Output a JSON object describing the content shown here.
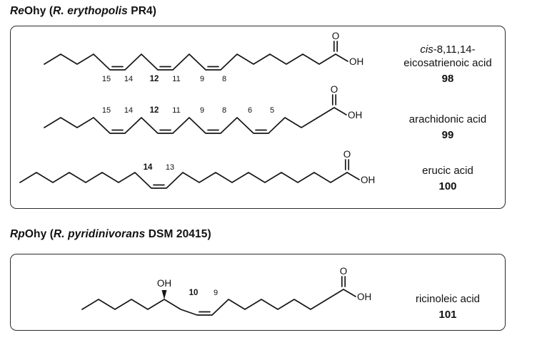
{
  "sections": [
    {
      "title": {
        "abbr_italic": "Re",
        "abbr_rest": "Ohy (",
        "species_italic": "R. erythopolis",
        "strain_rest": " PR4)"
      },
      "structures": [
        {
          "name_italic_prefix": "cis",
          "name_line1_rest": "-8,11,14-",
          "name_line2": "eicosatrienoic acid",
          "compound_number": "98",
          "carbonyl_oxygen": "O",
          "acid_hydroxyl": "OH",
          "position_labels": [
            {
              "text": "15",
              "bold": false
            },
            {
              "text": "14",
              "bold": false
            },
            {
              "text": "12",
              "bold": true
            },
            {
              "text": "11",
              "bold": false
            },
            {
              "text": "9",
              "bold": false
            },
            {
              "text": "8",
              "bold": false
            }
          ]
        },
        {
          "name_italic_prefix": "",
          "name_line1_rest": "arachidonic acid",
          "name_line2": "",
          "compound_number": "99",
          "carbonyl_oxygen": "O",
          "acid_hydroxyl": "OH",
          "position_labels": [
            {
              "text": "15",
              "bold": false
            },
            {
              "text": "14",
              "bold": false
            },
            {
              "text": "12",
              "bold": true
            },
            {
              "text": "11",
              "bold": false
            },
            {
              "text": "9",
              "bold": false
            },
            {
              "text": "8",
              "bold": false
            },
            {
              "text": "6",
              "bold": false
            },
            {
              "text": "5",
              "bold": false
            }
          ]
        },
        {
          "name_italic_prefix": "",
          "name_line1_rest": "erucic acid",
          "name_line2": "",
          "compound_number": "100",
          "carbonyl_oxygen": "O",
          "acid_hydroxyl": "OH",
          "position_labels": [
            {
              "text": "14",
              "bold": true
            },
            {
              "text": "13",
              "bold": false
            }
          ]
        }
      ]
    },
    {
      "title": {
        "abbr_italic": "Rp",
        "abbr_rest": "Ohy (",
        "species_italic": "R. pyridinivorans",
        "strain_rest": " DSM 20415)"
      },
      "structures": [
        {
          "name_italic_prefix": "",
          "name_line1_rest": "ricinoleic acid",
          "name_line2": "",
          "compound_number": "101",
          "carbonyl_oxygen": "O",
          "acid_hydroxyl": "OH",
          "hydroxyl_substituent": "OH",
          "position_labels": [
            {
              "text": "10",
              "bold": true
            },
            {
              "text": "9",
              "bold": false
            }
          ]
        }
      ]
    }
  ]
}
